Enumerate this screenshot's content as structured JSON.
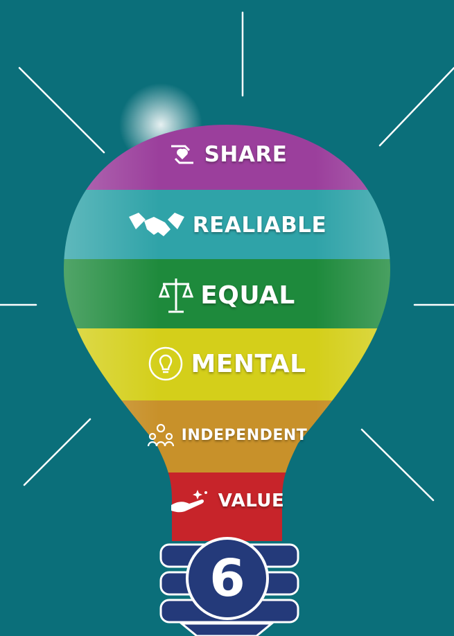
{
  "bands": [
    {
      "label": "SHARE",
      "color": "#9b3f9c",
      "icon": "hands-heart-icon"
    },
    {
      "label": "REALIABLE",
      "color": "#2fa3a8",
      "icon": "handshake-icon"
    },
    {
      "label": "EQUAL",
      "color": "#1e8a3c",
      "icon": "scales-icon"
    },
    {
      "label": "MENTAL",
      "color": "#d4cf1a",
      "icon": "brain-bulb-icon"
    },
    {
      "label": "INDEPENDENT",
      "color": "#c8912a",
      "icon": "team-icon"
    },
    {
      "label": "VALUE",
      "color": "#c7242a",
      "icon": "hand-sparkle-icon"
    }
  ],
  "number": "6",
  "colors": {
    "background": "#0b6f7a",
    "base": "#243a7a",
    "rays": "#ffffff"
  }
}
